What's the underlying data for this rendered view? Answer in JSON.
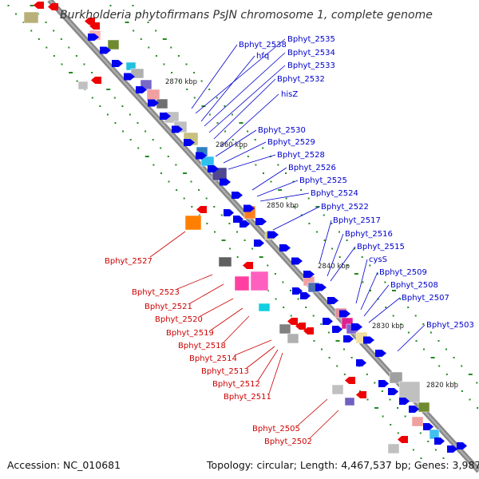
{
  "title": "Burkholderia phytofirmans PsJN chromosome 1, complete genome",
  "footer": {
    "accession": "Accession: NC_010681",
    "summary": "Topology: circular; Length: 4,467,537 bp; Genes: 3,987"
  },
  "colors": {
    "backbone": "#888888",
    "forward_label": "#0000cc",
    "reverse_label": "#cc0000",
    "gc_dots": "#228b22",
    "gene_arrow_forward": "#0000ee",
    "gene_arrow_reverse": "#ee0000"
  },
  "kbp_ticks": [
    {
      "label": "2870 kbp"
    },
    {
      "label": "2860 kbp"
    },
    {
      "label": "2850 kbp"
    },
    {
      "label": "2840 kbp"
    },
    {
      "label": "2830 kbp"
    },
    {
      "label": "2820 kbp"
    }
  ],
  "forward_labels": [
    {
      "name": "Bphyt_2538"
    },
    {
      "name": "Bphyt_2535"
    },
    {
      "name": "hfq"
    },
    {
      "name": "Bphyt_2534"
    },
    {
      "name": "Bphyt_2533"
    },
    {
      "name": "Bphyt_2532"
    },
    {
      "name": "hisZ"
    },
    {
      "name": "Bphyt_2530"
    },
    {
      "name": "Bphyt_2529"
    },
    {
      "name": "Bphyt_2528"
    },
    {
      "name": "Bphyt_2526"
    },
    {
      "name": "Bphyt_2525"
    },
    {
      "name": "Bphyt_2524"
    },
    {
      "name": "Bphyt_2522"
    },
    {
      "name": "Bphyt_2517"
    },
    {
      "name": "Bphyt_2516"
    },
    {
      "name": "Bphyt_2515"
    },
    {
      "name": "cysS"
    },
    {
      "name": "Bphyt_2509"
    },
    {
      "name": "Bphyt_2508"
    },
    {
      "name": "Bphyt_2507"
    },
    {
      "name": "Bphyt_2503"
    }
  ],
  "reverse_labels": [
    {
      "name": "Bphyt_2527"
    },
    {
      "name": "Bphyt_2523"
    },
    {
      "name": "Bphyt_2521"
    },
    {
      "name": "Bphyt_2520"
    },
    {
      "name": "Bphyt_2519"
    },
    {
      "name": "Bphyt_2518"
    },
    {
      "name": "Bphyt_2514"
    },
    {
      "name": "Bphyt_2513"
    },
    {
      "name": "Bphyt_2512"
    },
    {
      "name": "Bphyt_2511"
    },
    {
      "name": "Bphyt_2505"
    },
    {
      "name": "Bphyt_2502"
    }
  ]
}
